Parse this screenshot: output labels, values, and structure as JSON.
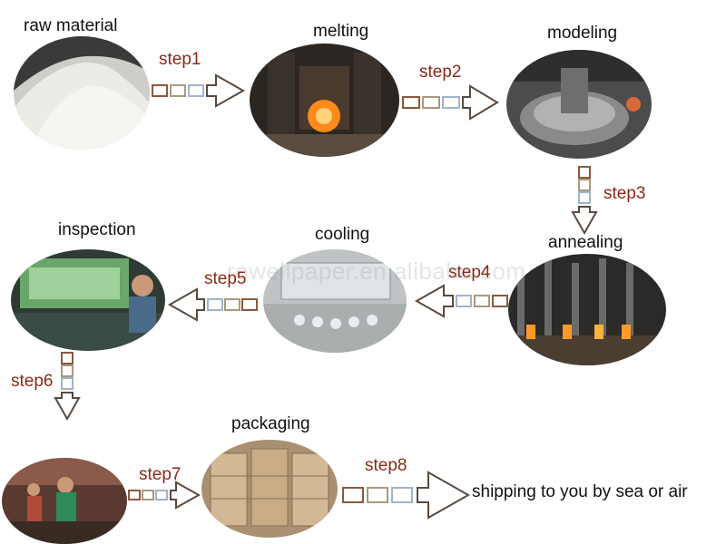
{
  "stages": {
    "raw_material": "raw material",
    "melting": "melting",
    "modeling": "modeling",
    "annealing": "annealing",
    "cooling": "cooling",
    "inspection": "inspection",
    "packaging": "packaging"
  },
  "steps": {
    "step1": "step1",
    "step2": "step2",
    "step3": "step3",
    "step4": "step4",
    "step5": "step5",
    "step6": "step6",
    "step7": "step7",
    "step8": "step8"
  },
  "final_text": "shipping  to you by sea or air",
  "watermark": "rowellpaper.en.alibaba.com",
  "colors": {
    "step_text": "#8a2a17",
    "box1": "#8a5a3c",
    "box2": "#a89a7c",
    "box3": "#9fb4cc",
    "arrow": "#5a4a40"
  }
}
